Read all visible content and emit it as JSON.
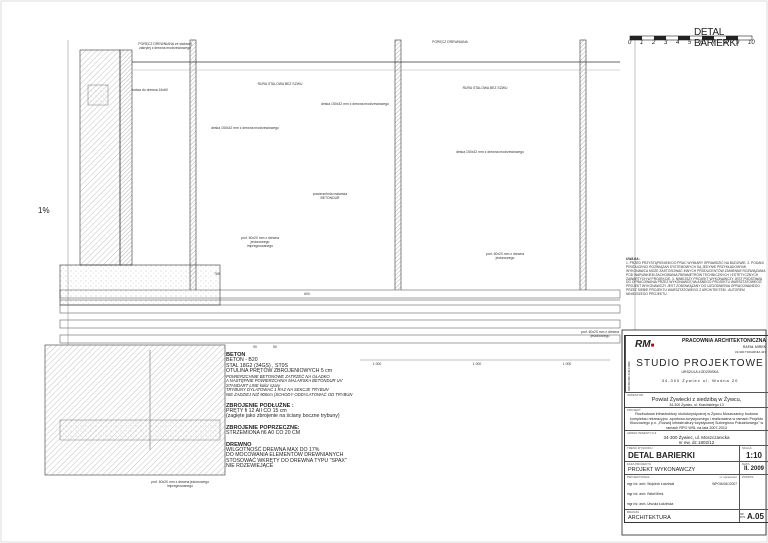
{
  "header": {
    "title": "DETAL BARIERKI",
    "scale_ticks": [
      "0",
      "1",
      "2",
      "3",
      "4",
      "5",
      "6",
      "7",
      "8",
      "9",
      "10"
    ]
  },
  "annotations": {
    "porecz_left": "PORĘCZ DREWNIANA ze stalowej zakrytej z drewna modrzewiowego",
    "porecz_mid": "PORĘCZ DREWNIANA",
    "rura": "RURA STALOWA BEZ SZWU",
    "deska": "deska 150x32 mm z drewna modrzewiowego",
    "kotwa": "kotwa do drewna 16x60",
    "betonowa": "powierzchnia malarska BETONDUR",
    "slope": "1%",
    "prof1": "prof. 60x20 mm z drewna jesionowego impregnowanego",
    "prof2": "prof. 60x20 mm z drewna jesionowego",
    "dims": [
      "760",
      "600",
      "1 000",
      "1 000",
      "1 000",
      "90",
      "50"
    ]
  },
  "notes": {
    "beton_h": "BETON",
    "beton_1": "BETON - B20",
    "beton_2": "STAL 18G2 (34GS) , ST0S",
    "beton_3": "OTULINA PRĘTÓW ZBROJENIOWYCH 5 cm",
    "beton_4": "POWIERZCHNIE BETONOWE ZATRZEĆ NA GŁADKO",
    "beton_5": "A NASTĘPNIE POWIERZCHNIA MALARSKA BETONDUR UV",
    "beton_6": "STANDART LINE kolor szary",
    "beton_7": "TRYBUNY DYLATOWAĆ 1 RAZ NA SEKCJE TRYBUN",
    "beton_8": "NIE ZADZIEJ NIŻ 900cm (SCHODY ODDYLATOWAĆ OD TRYBUN",
    "podl_h": "ZBROJENIE PODŁUŻNE :",
    "podl_1": "PRĘTY fi 12 AII CO 15 cm",
    "podl_2": "(zagięte jako zbrojenie na ściany boczne trybuny)",
    "poprz_h": "ZBROJENIE POPRZECZNE:",
    "poprz_1": "STRZEMIONA fi6 A0 CO 20 CM",
    "drewno_h": "DREWNO",
    "drewno_1": "WILGOTNOŚĆ DREWNA MAX DO 17%",
    "drewno_2": "DO MOCOWANIA ELEMENTÓW DREWNIANYCH",
    "drewno_3": "STOSOWAĆ WKRĘTY DO DREWNA TYPU \"SPAX\"",
    "drewno_4": "NIE RDZEWIEJĄCE"
  },
  "uwaga": {
    "title": "UWAGA:",
    "text": "1. PRZED PRZYSTĄPIENIEM DO PRAC WYMIARY SPRAWDZIĆ NA BUDOWIE. 2. PODANI PRODUCENCI ROZWIĄZAŃ SYSTEMOWYCH SĄ JEDYNIE PRZYKŁADOWYMI. WYKONAWCA MOŻE ZASTOSOWAĆ INNYCH PRODUCENTÓW ZAMIENNE ROZWIĄZANIA POD WARUNKIEM ZACHOWANIA PARAMETRÓW TECHNICZNYCH I ESTETYCZNYCH ZAWARTYCH W PROJEKCIE. 3. NINIEJSZY PROJEKT WYKONAWCZY JEST PODSTAWĄ DO OPRACOWANIA PRZEZ WYKONAWCĘ WŁASNEGO PROJEKTU WARSZTATOWEGO. PROJEKT WYKONAWCZY JEST ZOBOWIĄZANY DO UZGODNIENIA OPRACOWANEGO PRZEZ SIEBIE PROJEKTU WARSZTATOWEGO Z ARCHITEKTEM - AUTOREM NINIEJSZEGO PROJEKTU."
  },
  "title_block": {
    "side_label": "KONSORCJUM FIRM",
    "firm1": "PRACOWNIA ARCHITEKTONICZNA",
    "firm1_owner": "RAFAŁ MIREK",
    "firm1_addr": "32-600 TOKARNIA 427",
    "logo": "RM Projekt",
    "firm2": "STUDIO PROJEKTOWE",
    "firm2_owner": "URSZULA ŁODZIŃSKA",
    "firm2_addr": "34-300 Żywiec   ul. Wodna 20",
    "inwestor_label": "INWESTOR",
    "inwestor": "Powiat Żywiecki z siedzibą w Żywcu,",
    "inwestor_addr": "34-300 Żywiec, ul. Krasińskiego 13",
    "projekt_label": "PROJEKT",
    "projekt": "Rozbudowa infrastruktury okołoturystycznej w Żywcu Moszczanicy budowa kompleksu rekreacyjno -sportowo-turystycznego i realizowana w ramach Projektu Kluczowego p.n. „Rozwój infrastruktury turystycznej Subregionu Południowego\" w ramach RPO WSL na lata 2007-2013",
    "adres_label": "ADRES INWESTYCJI",
    "adres1": "34-300 Żywiec, ul. Moszczanicka",
    "adres2": "nr ew. dz.1802/12",
    "tresc_label": "TREŚĆ RYSUNKU",
    "skala_label": "SKALA",
    "tresc": "DETAL BARIERKI",
    "skala": "1:10",
    "faza_label": "FAZA PROJEKTU",
    "data_label": "DATA",
    "faza": "PROJEKT WYKONAWCZY",
    "data": "II. 2009",
    "projektowal_label": "PROJEKTOWAŁ",
    "upr_label": "nr uprawnień",
    "podpis_label": "PODPIS",
    "designer1": "mgr inż. arch. Wojciech Łodziński",
    "designer1_nr": "WPOIA/04/12007",
    "designer2": "mgr inż. arch. Rafał Mirek",
    "designer3": "mgr inż. arch. Urszula Łodzińska",
    "branza_label": "BRANŻA",
    "branza": "ARCHITEKTURA",
    "nr_label": "NR RYS.",
    "nr": "A.05"
  }
}
